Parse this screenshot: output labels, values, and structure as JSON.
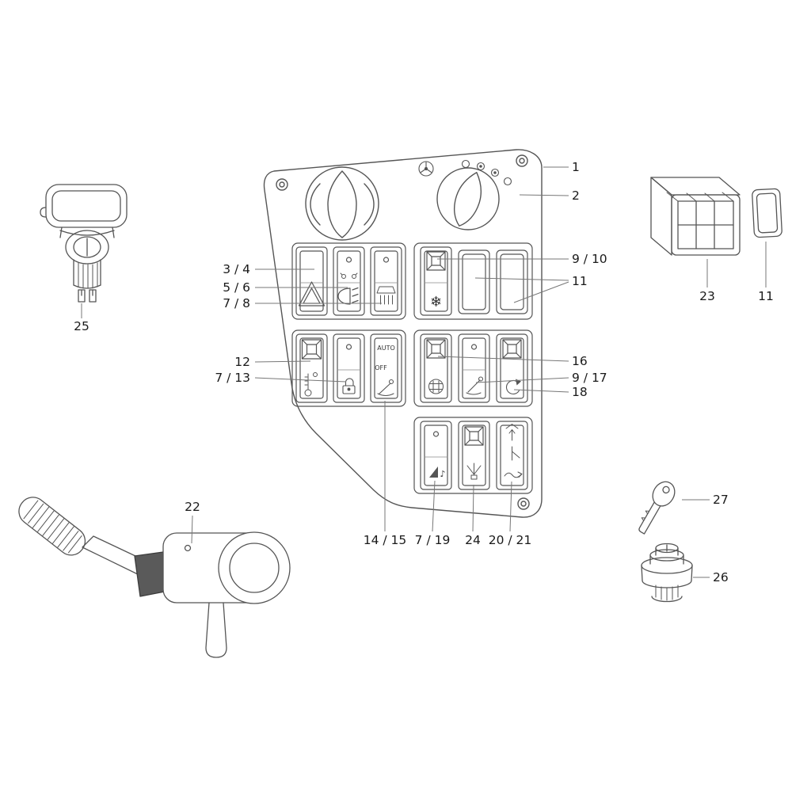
{
  "diagram": {
    "kind": "switch-panel-parts-diagram",
    "callouts": {
      "n1": "1",
      "n2": "2",
      "n3_4": "3 / 4",
      "n5_6": "5 / 6",
      "n7_8": "7 / 8",
      "n9_10": "9 / 10",
      "n11_top": "11",
      "n12": "12",
      "n7_13": "7 / 13",
      "n14_15": "14 / 15",
      "n16": "16",
      "n9_17": "9 / 17",
      "n18": "18",
      "n7_19": "7 / 19",
      "n24": "24",
      "n20_21": "20 / 21",
      "n22": "22",
      "n23": "23",
      "n11_right": "11",
      "n25": "25",
      "n26": "26",
      "n27": "27"
    },
    "panel": {
      "auto_label": "AUTO",
      "off_label": "OFF",
      "icons": {
        "snowflake": "❄",
        "note": "♪"
      }
    }
  }
}
